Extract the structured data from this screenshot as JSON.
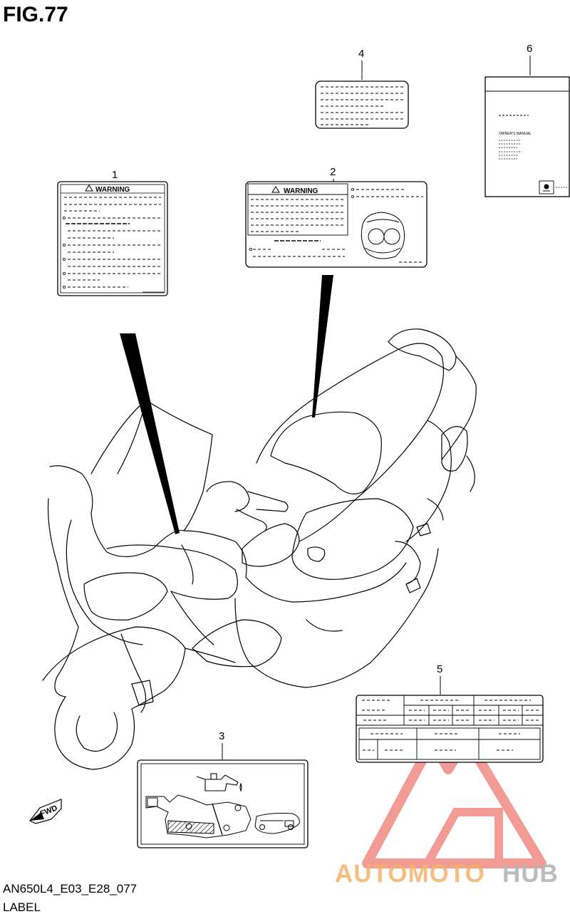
{
  "figure": {
    "title": "FIG.77",
    "code": "AN650L4_E03_E28_077",
    "description": "LABEL"
  },
  "callouts": [
    "1",
    "2",
    "3",
    "4",
    "5",
    "6"
  ],
  "labels": {
    "warning_text": "WARNING",
    "manual_text": "OWNER'S MANUAL"
  },
  "direction_marker": "FWD",
  "watermark": {
    "part1": "AUTOMOTO",
    "part2": "HUB",
    "color_primary": "#f4a6a0",
    "color_secondary": "#c8c8c8"
  }
}
